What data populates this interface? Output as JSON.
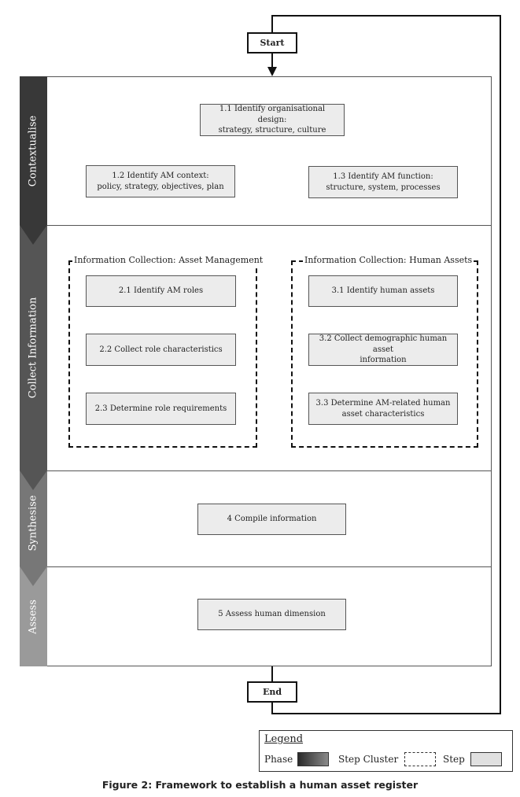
{
  "start": "Start",
  "end": "End",
  "phases": [
    "Contextualise",
    "Collect Information",
    "Synthesise",
    "Assess"
  ],
  "steps": {
    "s1_1": [
      "1.1 Identify organisational design:",
      "strategy, structure, culture"
    ],
    "s1_2": [
      "1.2 Identify AM context:",
      "policy, strategy, objectives, plan"
    ],
    "s1_3": [
      "1.3 Identify AM function:",
      "structure, system, processes"
    ],
    "s2_1": "2.1 Identify AM roles",
    "s2_2": "2.2 Collect role characteristics",
    "s2_3": "2.3 Determine role requirements",
    "s3_1": "3.1 Identify human assets",
    "s3_2": [
      "3.2 Collect demographic human asset",
      "information"
    ],
    "s3_3": [
      "3.3 Determine AM-related human",
      "asset characteristics"
    ],
    "s4": "4 Compile information",
    "s5": "5 Assess human dimension"
  },
  "clusters": {
    "asset_management": "Information Collection: Asset Management",
    "human_assets": "Information Collection: Human Assets"
  },
  "legend": {
    "title": "Legend",
    "phase": "Phase",
    "step_cluster": "Step Cluster",
    "step": "Step"
  },
  "caption": "Figure 2: Framework to establish a human asset register"
}
